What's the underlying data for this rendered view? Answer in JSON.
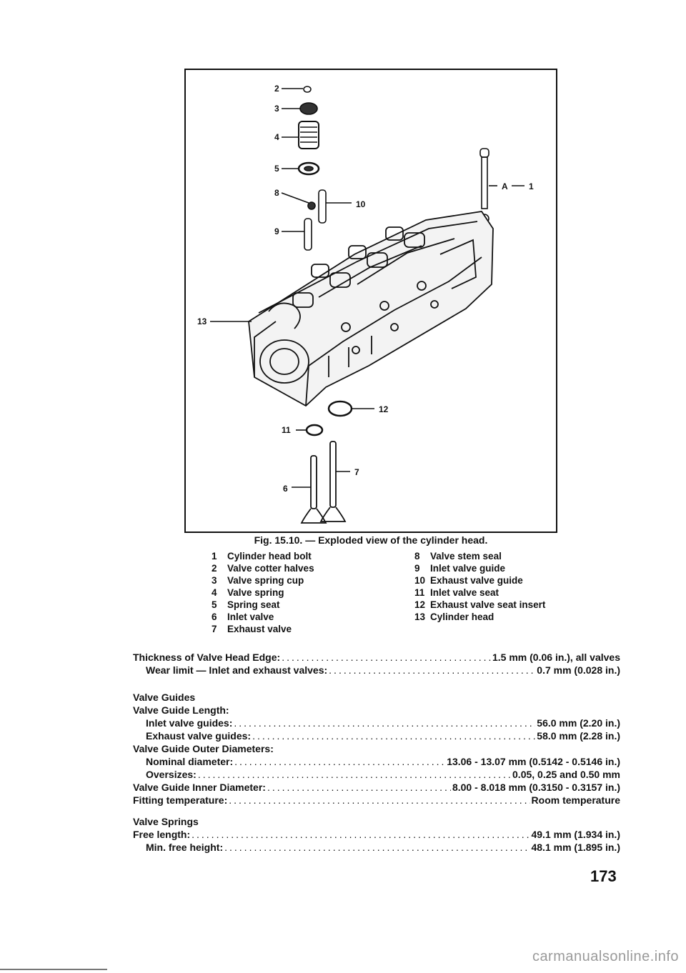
{
  "figure": {
    "caption": "Fig. 15.10. — Exploded view of the cylinder head.",
    "callouts": [
      "2",
      "3",
      "4",
      "5",
      "8",
      "10",
      "9",
      "A",
      "1",
      "13",
      "12",
      "11",
      "7",
      "6"
    ]
  },
  "legend_left": [
    {
      "num": "1",
      "text": "Cylinder head bolt"
    },
    {
      "num": "2",
      "text": "Valve cotter halves"
    },
    {
      "num": "3",
      "text": "Valve spring cup"
    },
    {
      "num": "4",
      "text": "Valve spring"
    },
    {
      "num": "5",
      "text": "Spring seat"
    },
    {
      "num": "6",
      "text": "Inlet valve"
    },
    {
      "num": "7",
      "text": "Exhaust valve"
    }
  ],
  "legend_right": [
    {
      "num": "8",
      "text": "Valve stem seal"
    },
    {
      "num": "9",
      "text": "Inlet valve guide"
    },
    {
      "num": "10",
      "text": "Exhaust valve guide"
    },
    {
      "num": "11",
      "text": "Inlet valve seat"
    },
    {
      "num": "12",
      "text": "Exhaust valve seat insert"
    },
    {
      "num": "13",
      "text": "Cylinder head"
    }
  ],
  "specs": {
    "edge_label": "Thickness of Valve Head Edge:",
    "edge_value": "1.5 mm (0.06 in.), all valves",
    "wear_label": "Wear limit — Inlet and exhaust valves:",
    "wear_value": "0.7 mm (0.028 in.)",
    "guides_heading": "Valve Guides",
    "guide_length_heading": "Valve Guide Length:",
    "inlet_guides_label": "Inlet valve guides:",
    "inlet_guides_value": "56.0 mm (2.20 in.)",
    "exhaust_guides_label": "Exhaust valve guides:",
    "exhaust_guides_value": "58.0 mm (2.28 in.)",
    "outer_heading": "Valve Guide Outer Diameters:",
    "nominal_label": "Nominal diameter:",
    "nominal_value": "13.06 - 13.07 mm (0.5142 - 0.5146 in.)",
    "oversizes_label": "Oversizes:",
    "oversizes_value": "0.05, 0.25 and 0.50 mm",
    "inner_label": "Valve Guide Inner Diameter:",
    "inner_value": "8.00 - 8.018 mm (0.3150 - 0.3157 in.)",
    "fitting_label": "Fitting temperature:",
    "fitting_value": "Room temperature",
    "springs_heading": "Valve Springs",
    "free_label": "Free length:",
    "free_value": "49.1 mm (1.934 in.)",
    "min_label": "Min. free height:",
    "min_value": "48.1 mm (1.895 in.)"
  },
  "page_number": "173",
  "watermark": "carmanualsonline.info"
}
